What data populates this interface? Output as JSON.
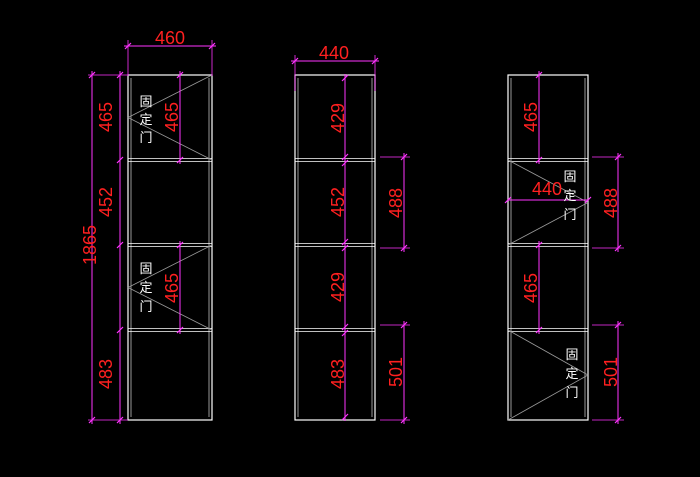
{
  "colors": {
    "background": "#000000",
    "frame": "#ffffff",
    "dimension_line": "#ff33ff",
    "dimension_text": "#ff2020",
    "door_diagonal": "#9a9a9a",
    "label_text": "#ffffff"
  },
  "cabinets": [
    {
      "width_label": "460",
      "total_label": "1865",
      "sections": [
        {
          "size_label": "465",
          "inner_label": "465",
          "door": "固定门",
          "door_chars": [
            "固",
            "定",
            "门"
          ],
          "diagonal": "left"
        },
        {
          "size_label": "452"
        },
        {
          "size_label": "",
          "inner_label": "465",
          "door": "固定门",
          "door_chars": [
            "固",
            "定",
            "门"
          ],
          "diagonal": "left"
        },
        {
          "size_label": "483"
        }
      ]
    },
    {
      "width_label": "440",
      "sections": [
        {
          "inner_label": "429"
        },
        {
          "inner_label": "452",
          "right_label": "488"
        },
        {
          "inner_label": "429"
        },
        {
          "inner_label": "483",
          "right_label": "501"
        }
      ]
    },
    {
      "sections": [
        {
          "inner_label": "465"
        },
        {
          "inner_label": "440",
          "right_label": "488",
          "door": "固定门",
          "door_chars": [
            "固",
            "定",
            "门"
          ],
          "diagonal": "right"
        },
        {
          "inner_label": "465"
        },
        {
          "right_label": "501",
          "door": "固定门",
          "door_chars": [
            "固",
            "定",
            "门"
          ],
          "diagonal": "right"
        }
      ]
    }
  ]
}
